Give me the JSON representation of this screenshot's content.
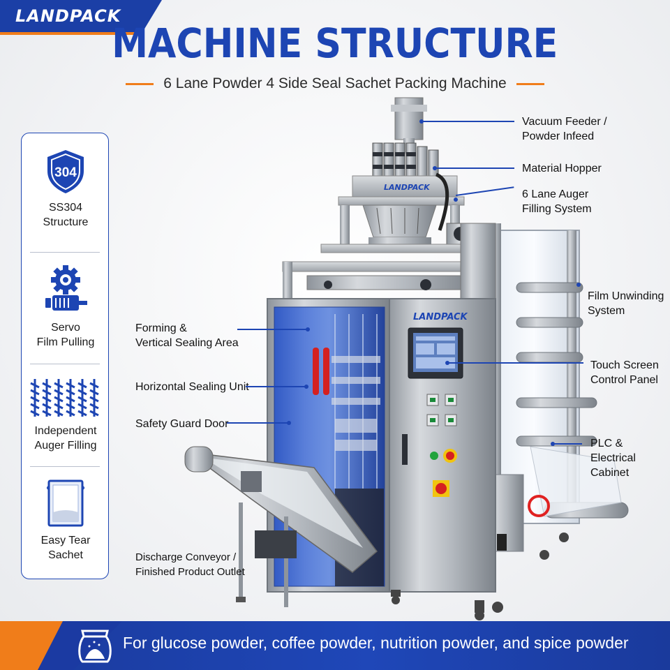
{
  "brand": {
    "logo": "LANDPACK"
  },
  "header": {
    "title": "MACHINE STRUCTURE",
    "subtitle": "6 Lane Powder 4 Side Seal Sachet Packing Machine"
  },
  "features": [
    {
      "icon": "shield-304-icon",
      "badge": "304",
      "label": "SS304\nStructure"
    },
    {
      "icon": "servo-gear-icon",
      "label": "Servo\nFilm Pulling"
    },
    {
      "icon": "auger-screw-icon",
      "label": "Independent\nAuger Filling"
    },
    {
      "icon": "sachet-icon",
      "label": "Easy Tear\nSachet"
    }
  ],
  "machine": {
    "panel_brand": "LANDPACK",
    "hopper_brand": "LANDPACK"
  },
  "callouts": {
    "vacuum_feeder": "Vacuum Feeder /\nPowder Infeed",
    "material_hopper": "Material Hopper",
    "auger_filling": "6 Lane Auger\nFilling System",
    "film_unwinding": "Film Unwinding\nSystem",
    "touch_screen": "Touch Screen\nControl Panel",
    "plc_cabinet": "PLC & Electrical\nCabinet",
    "forming_area": "Forming &\nVertical Sealing Area",
    "horizontal_sealing": "Horizontal Sealing Unit",
    "safety_door": "Safety Guard Door",
    "discharge_conveyor": "Discharge Conveyor /\nFinished Product Outlet"
  },
  "footer": {
    "icon": "powder-bag-icon",
    "text": "For glucose powder, coffee powder, nutrition powder, and spice powder"
  },
  "colors": {
    "brand_blue": "#1d45b3",
    "accent_orange": "#f07d1a",
    "steel": "#b8bcc2"
  }
}
